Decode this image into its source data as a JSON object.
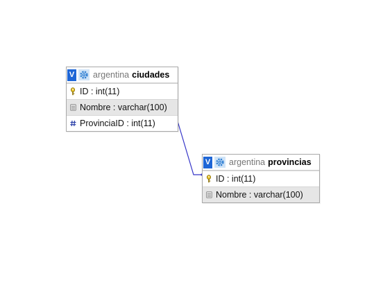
{
  "tables": [
    {
      "db": "argentina",
      "name": "ciudades",
      "columns": [
        {
          "label": "ID : int(11)",
          "icon": "primary-key-icon"
        },
        {
          "label": "Nombre : varchar(100)",
          "icon": "column-icon"
        },
        {
          "label": "ProvinciaID : int(11)",
          "icon": "foreign-key-icon"
        }
      ]
    },
    {
      "db": "argentina",
      "name": "provincias",
      "columns": [
        {
          "label": "ID : int(11)",
          "icon": "primary-key-icon"
        },
        {
          "label": "Nombre : varchar(100)",
          "icon": "column-icon"
        }
      ]
    }
  ],
  "relation": {
    "from": "ciudades.ProvinciaID",
    "to": "provincias.ID",
    "color": "#3535c8"
  },
  "colors": {
    "header_icon": "#1e66d6",
    "alt_row": "#e6e6e6",
    "border": "#a8a8a8"
  }
}
